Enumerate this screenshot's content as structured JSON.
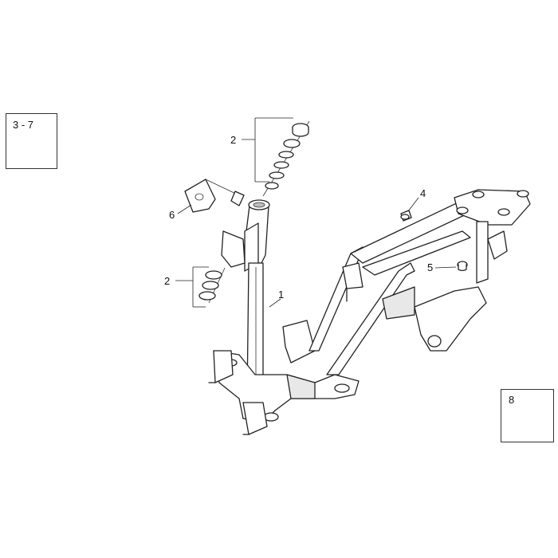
{
  "callouts": {
    "frame": "1",
    "bearing_upper": "2",
    "bearing_lower": "2",
    "spacer": "4",
    "bushing": "5",
    "bracket": "6"
  },
  "insets": {
    "clip_nut": "3 - 7",
    "rubber_pad": "8"
  }
}
